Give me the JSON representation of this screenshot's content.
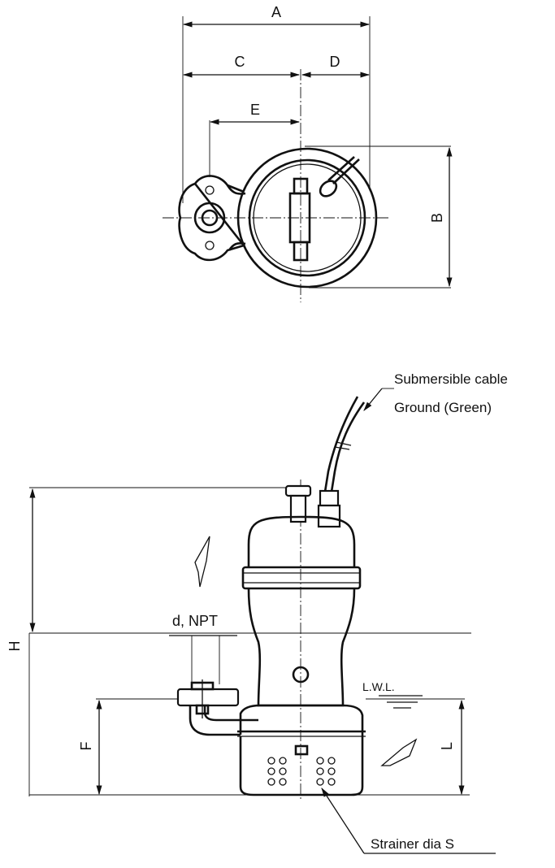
{
  "dimensions": {
    "A": "A",
    "B": "B",
    "C": "C",
    "D": "D",
    "E": "E",
    "F": "F",
    "H": "H",
    "L": "L"
  },
  "labels": {
    "submersible_cable": "Submersible cable",
    "ground": "Ground (Green)",
    "discharge": "d, NPT",
    "lwl": "L.W.L.",
    "strainer": "Strainer dia S"
  }
}
